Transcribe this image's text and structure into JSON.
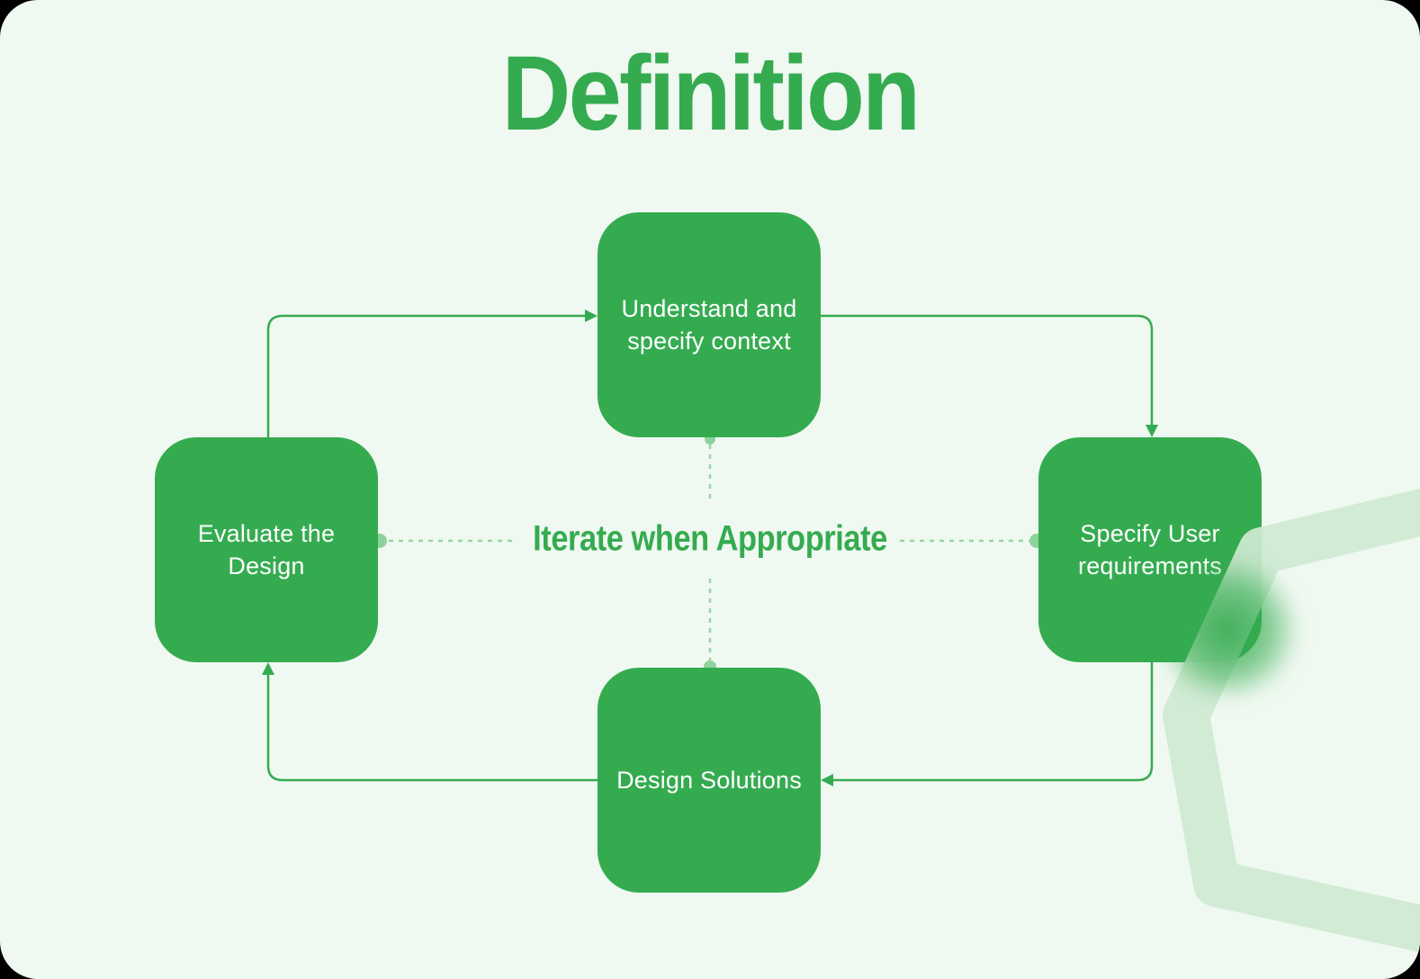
{
  "title": "Definition",
  "center_label": "Iterate when Appropriate",
  "nodes": [
    {
      "id": "understand-context",
      "label": "Understand and specify context"
    },
    {
      "id": "specify-user-requirements",
      "label": "Specify User requirements"
    },
    {
      "id": "design-solutions",
      "label": "Design Solutions"
    },
    {
      "id": "evaluate-design",
      "label": "Evaluate the Design"
    }
  ],
  "connections": [
    {
      "from": "evaluate-design",
      "to": "understand-context"
    },
    {
      "from": "understand-context",
      "to": "specify-user-requirements"
    },
    {
      "from": "specify-user-requirements",
      "to": "design-solutions"
    },
    {
      "from": "design-solutions",
      "to": "evaluate-design"
    }
  ],
  "colors": {
    "green": "#35ab50",
    "bg": "#f0f9f1",
    "dash": "#95d6a1",
    "dot": "#8ed29b",
    "hex": "#cfe9d2",
    "text_on_green": "#ffffff"
  }
}
